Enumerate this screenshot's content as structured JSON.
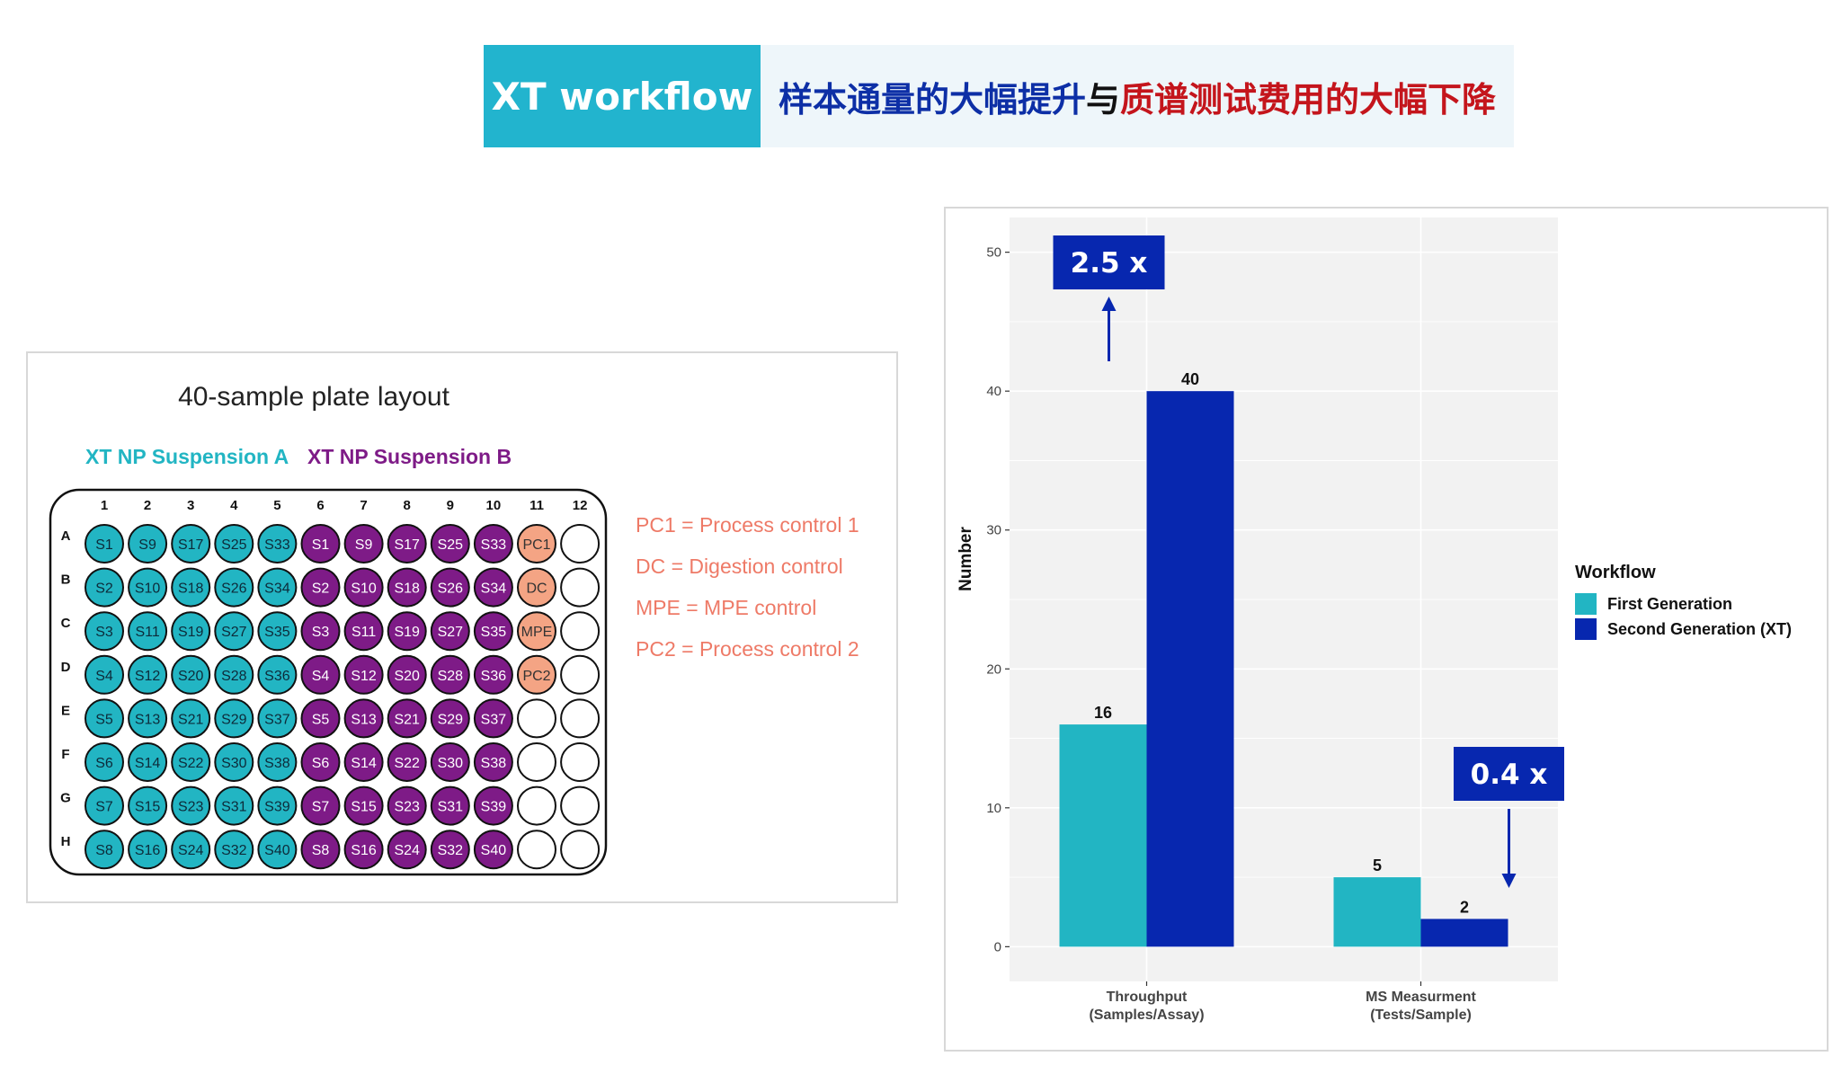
{
  "banner": {
    "label": "XT workflow",
    "subtitle_part1": "样本通量的大幅提升",
    "subtitle_part2": "与",
    "subtitle_part3": "质谱测试费用的大幅下降"
  },
  "plate": {
    "title": "40-sample plate layout",
    "legend_a": "XT NP Suspension A",
    "legend_b": "XT NP Suspension B",
    "columns": [
      "1",
      "2",
      "3",
      "4",
      "5",
      "6",
      "7",
      "8",
      "9",
      "10",
      "11",
      "12"
    ],
    "rows": [
      "A",
      "B",
      "C",
      "D",
      "E",
      "F",
      "G",
      "H"
    ],
    "wells": [
      [
        "S1",
        "S9",
        "S17",
        "S25",
        "S33",
        "S1",
        "S9",
        "S17",
        "S25",
        "S33",
        "PC1",
        ""
      ],
      [
        "S2",
        "S10",
        "S18",
        "S26",
        "S34",
        "S2",
        "S10",
        "S18",
        "S26",
        "S34",
        "DC",
        ""
      ],
      [
        "S3",
        "S11",
        "S19",
        "S27",
        "S35",
        "S3",
        "S11",
        "S19",
        "S27",
        "S35",
        "MPE",
        ""
      ],
      [
        "S4",
        "S12",
        "S20",
        "S28",
        "S36",
        "S4",
        "S12",
        "S20",
        "S28",
        "S36",
        "PC2",
        ""
      ],
      [
        "S5",
        "S13",
        "S21",
        "S29",
        "S37",
        "S5",
        "S13",
        "S21",
        "S29",
        "S37",
        "",
        ""
      ],
      [
        "S6",
        "S14",
        "S22",
        "S30",
        "S38",
        "S6",
        "S14",
        "S22",
        "S30",
        "S38",
        "",
        ""
      ],
      [
        "S7",
        "S15",
        "S23",
        "S31",
        "S39",
        "S7",
        "S15",
        "S23",
        "S31",
        "S39",
        "",
        ""
      ],
      [
        "S8",
        "S16",
        "S24",
        "S32",
        "S40",
        "S8",
        "S16",
        "S24",
        "S32",
        "S40",
        "",
        ""
      ]
    ],
    "controls": [
      "PC1 = Process control 1",
      "DC = Digestion control",
      "MPE = MPE control",
      "PC2 = Process control 2"
    ],
    "colors": {
      "a": "#22b5c3",
      "b": "#7e1b87",
      "control": "#f4a484",
      "empty": "#ffffff",
      "control_text": "#ee7a67"
    }
  },
  "chart_data": {
    "type": "bar",
    "categories": [
      "Throughput\n(Samples/Assay)",
      "MS Measurment\n(Tests/Sample)"
    ],
    "series": [
      {
        "name": "First Generation",
        "values": [
          16,
          5
        ],
        "color": "#22b5c3"
      },
      {
        "name": "Second Generation (XT)",
        "values": [
          40,
          2
        ],
        "color": "#0727af"
      }
    ],
    "ylabel": "Number",
    "yticks": [
      0,
      10,
      20,
      30,
      40,
      50
    ],
    "ylim": [
      -2.5,
      52.5
    ],
    "legend_title": "Workflow",
    "legend_position": "right",
    "grid": true,
    "annotations": [
      {
        "text": "2.5 x",
        "category": 0,
        "direction": "up"
      },
      {
        "text": "0.4 x",
        "category": 1,
        "direction": "down"
      }
    ]
  }
}
